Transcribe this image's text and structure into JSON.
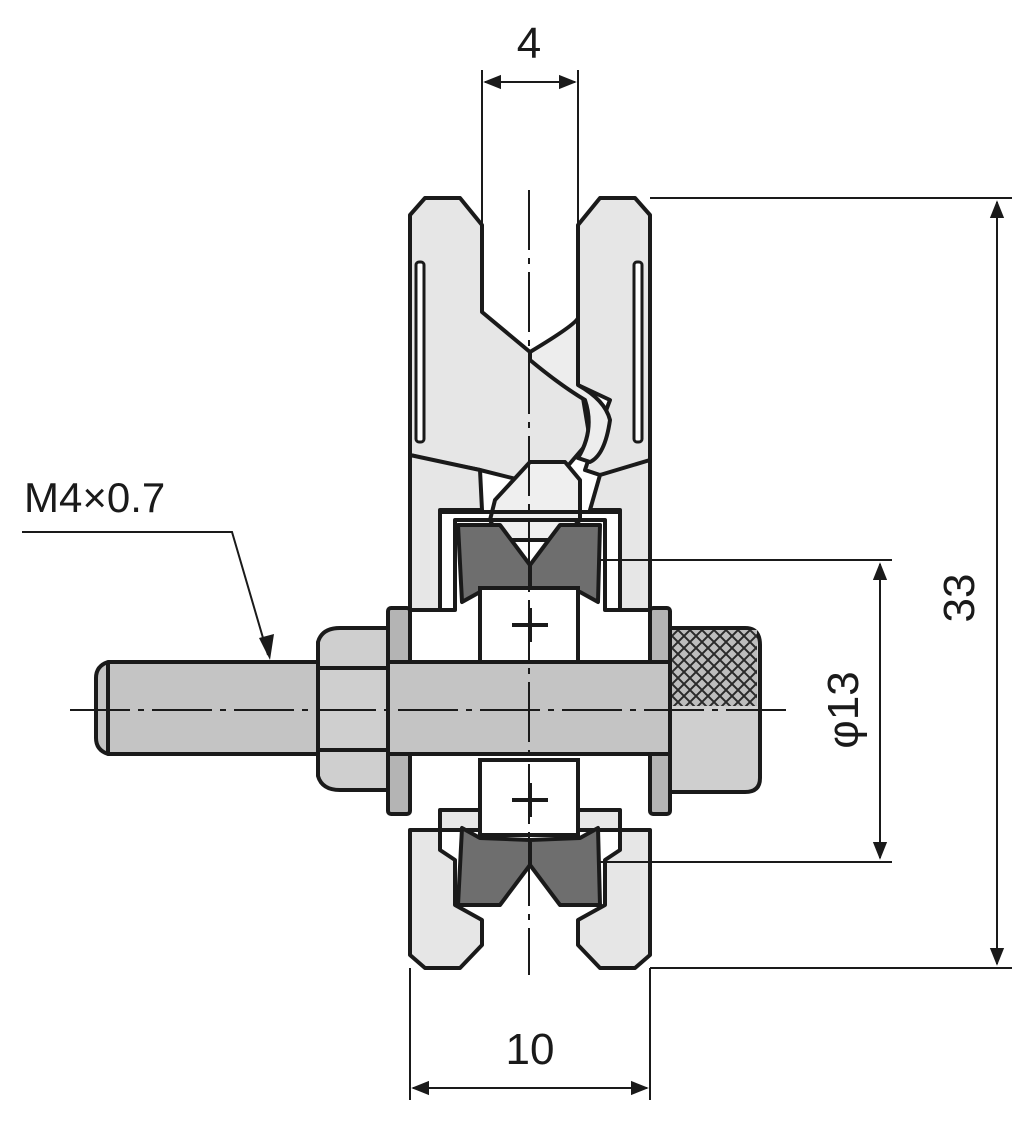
{
  "diagram": {
    "thread_label": "M4×0.7",
    "dim_groove_width": "4",
    "dim_overall_height": "33",
    "dim_bearing_diameter": "φ13",
    "dim_wheel_width": "10"
  },
  "colors": {
    "line": "#1a1a1a",
    "light_fill": "#e6e6e6",
    "mid_fill": "#b4b4b4",
    "dark_fill": "#6e6e6e",
    "hatch": "#3a3a3a"
  }
}
